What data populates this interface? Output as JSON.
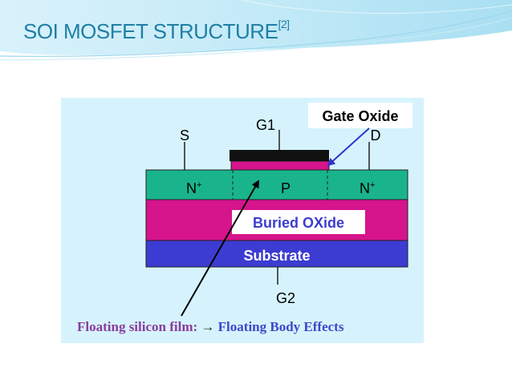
{
  "slide": {
    "title": "SOI MOSFET STRUCTURE",
    "title_ref": "[2]"
  },
  "diagram": {
    "terminals": {
      "source": "S",
      "gate_top": "G1",
      "drain": "D",
      "gate_bottom": "G2"
    },
    "regions": {
      "n_left": "N",
      "n_left_sup": "+",
      "p_body": "P",
      "n_right": "N",
      "n_right_sup": "+",
      "buried_oxide": "Buried OXide",
      "substrate": "Substrate"
    },
    "callout_gate_oxide": "Gate Oxide",
    "caption_left": "Floating silicon film:",
    "caption_arrow": "→",
    "caption_right": "Floating Body Effects",
    "colors": {
      "title": "#1f7fa6",
      "panel_bg": "#d6f3fd",
      "n_p_layer": "#19b48c",
      "buried_oxide": "#d6148c",
      "substrate": "#3c3cd2",
      "gate_metal": "#111111",
      "gate_oxide": "#d6148c",
      "callout_arrow": "#3333cc",
      "caption_left": "#8a3c9a",
      "caption_right": "#3b48c8"
    }
  }
}
